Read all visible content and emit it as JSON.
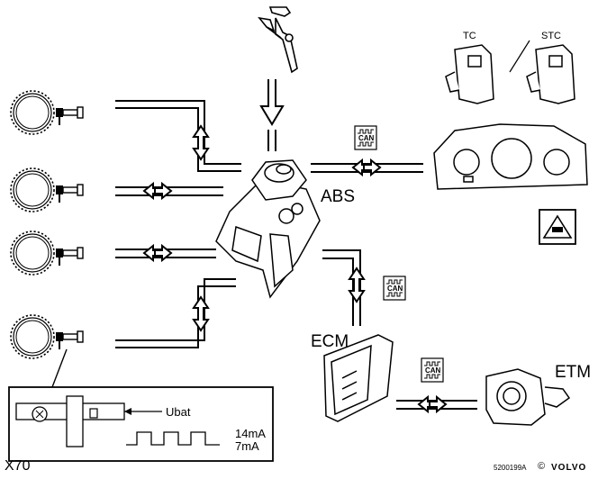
{
  "labels": {
    "abs": "ABS",
    "ecm": "ECM",
    "etm": "ETM",
    "tc": "TC",
    "stc": "STC",
    "ubat": "Ubat",
    "current_high": "14mA",
    "current_low": "7mA",
    "figure_code": "X70",
    "image_ref": "5200199A",
    "copyright_mark": "©",
    "brand": "VOLVO",
    "can_text": "CAN"
  },
  "icons": {
    "wheel_speed_sensors": "gear-sensor-icon",
    "brake_pedal": "brake-pedal-icon",
    "abs_unit": "abs-module-icon",
    "instrument_cluster": "instrument-cluster-icon",
    "warning_light": "traction-warning-icon",
    "can_bus": "can-bus-icon",
    "switches": "switch-icon",
    "throttle": "throttle-module-icon",
    "ecm_unit": "ecm-module-icon"
  }
}
